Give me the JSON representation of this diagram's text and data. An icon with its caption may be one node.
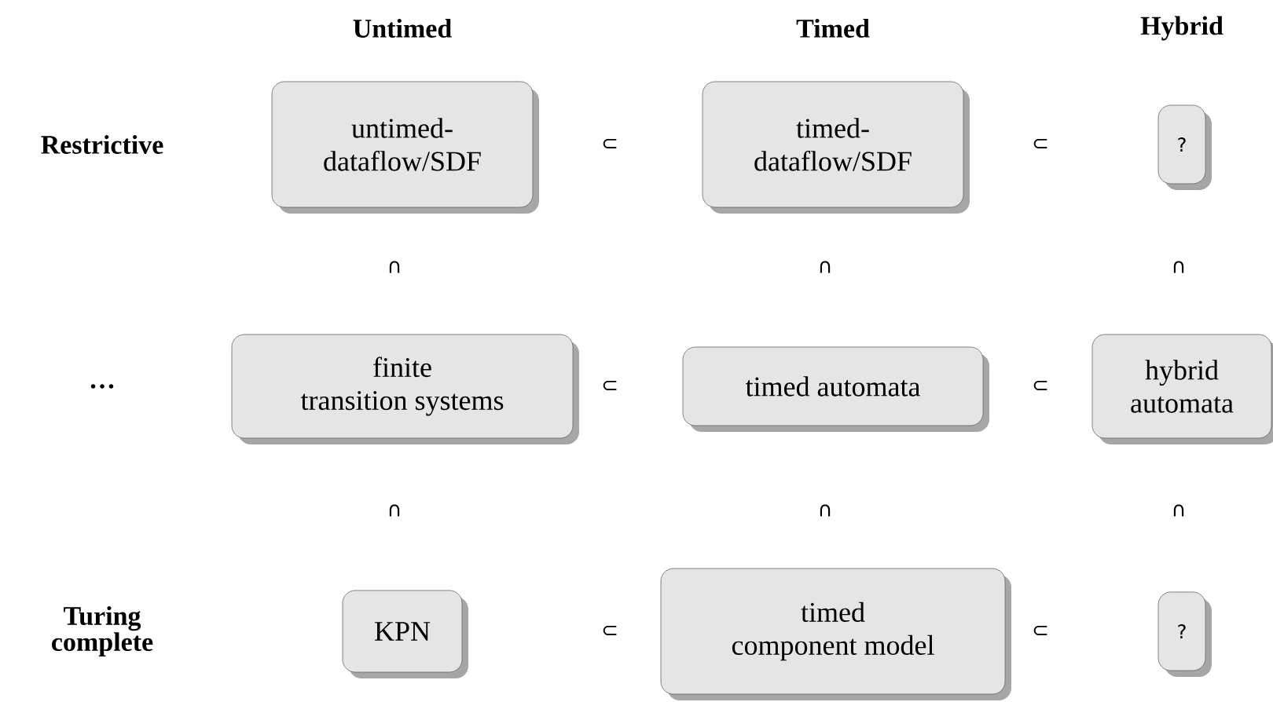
{
  "diagram": {
    "nodes": [
      {
        "text": [
          "untimed-dataflow/SDF"
        ]
      },
      {
        "text": [
          "timed-dataflow/SDF"
        ]
      },
      {
        "text": [
          "?"
        ]
      },
      {
        "text": [
          "finite transition systems"
        ]
      },
      {
        "text": [
          "timed automata"
        ]
      },
      {
        "text": [
          "hybrid automata"
        ]
      },
      {
        "text": [
          "KPN"
        ]
      },
      {
        "text": [
          "timed component model"
        ]
      },
      {
        "text": [
          "?"
        ]
      }
    ],
    "labels": [
      "Untimed",
      "Timed",
      "Hybrid",
      "Restrictive",
      "⊂",
      "⊂",
      "∩",
      "∩",
      "∩",
      "…",
      "⊂",
      "⊂",
      "∩",
      "∩",
      "∩",
      "Turing complete",
      "⊂",
      "⊂"
    ]
  }
}
